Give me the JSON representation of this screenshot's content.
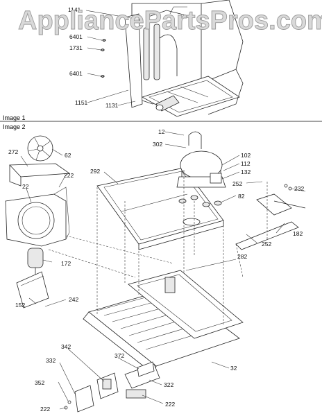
{
  "watermark": "AppliancePartsPros.com",
  "sections": {
    "image1": "Image 1",
    "image2": "Image 2"
  },
  "image1_callouts": [
    "1141",
    "6401",
    "1731",
    "6401",
    "1151",
    "1131"
  ],
  "image2_callouts": [
    "12",
    "302",
    "102",
    "112",
    "132",
    "272",
    "62",
    "222",
    "22",
    "292",
    "252",
    "232",
    "82",
    "182",
    "252",
    "172",
    "282",
    "152",
    "242",
    "32",
    "342",
    "372",
    "332",
    "322",
    "352",
    "222",
    "222"
  ]
}
